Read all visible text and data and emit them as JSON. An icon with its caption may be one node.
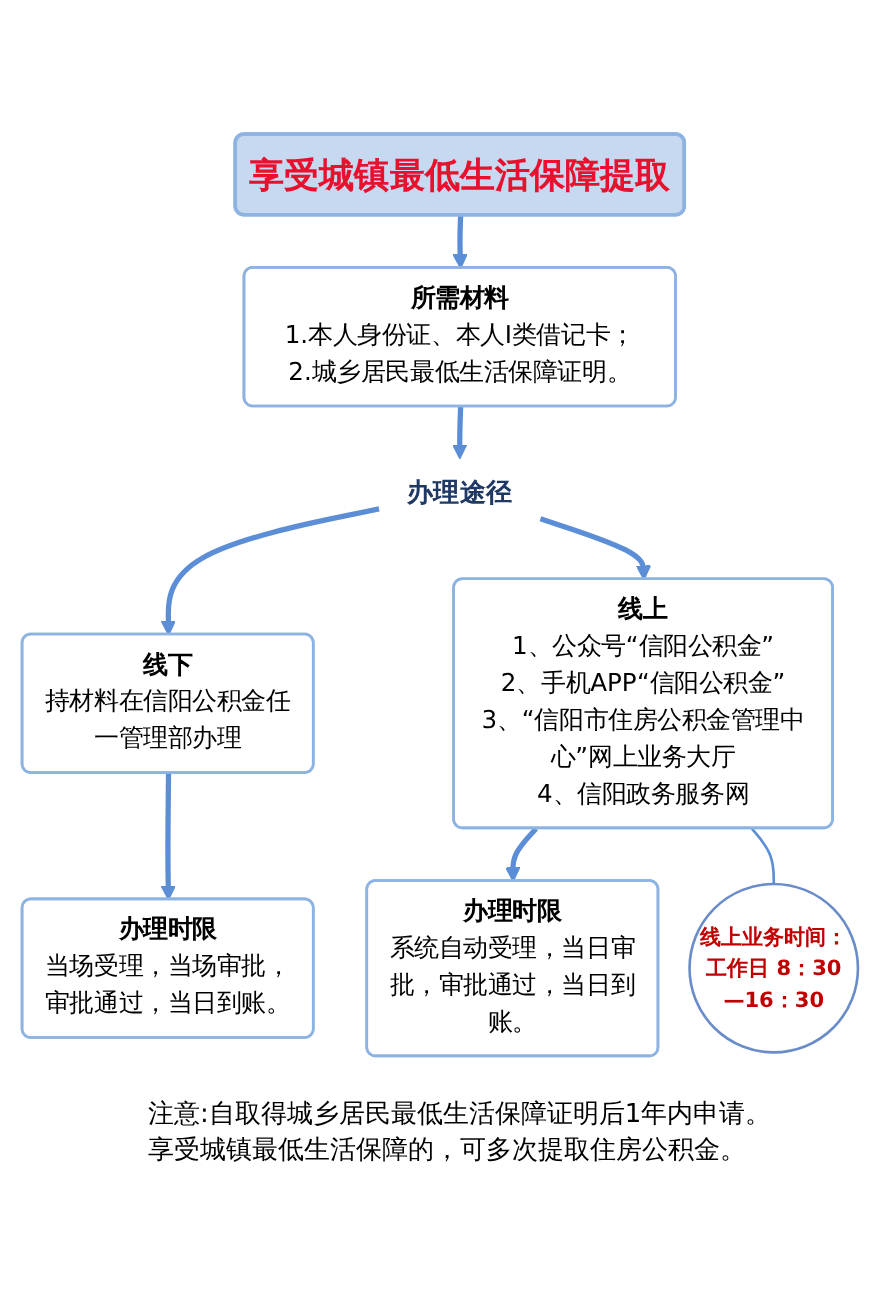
{
  "diagram": {
    "nodes": [
      {
        "text": [
          "享受城镇最低生活保障提取"
        ]
      },
      {
        "text": [
          "所需材料",
          "1.本人身份证、本人I类借记卡；",
          "2.城乡居民最低生活保障证明。"
        ]
      },
      {
        "text": [
          "办理途径"
        ]
      },
      {
        "text": [
          "线下",
          "持材料在信阳公积金任一管理部办理"
        ]
      },
      {
        "text": [
          "线上",
          "1、公众号“信阳公积金”",
          "2、手机APP“信阳公积金”",
          "3、“信阳市住房公积金管理中心”网上业务大厅",
          "4、信阳政务服务网"
        ]
      },
      {
        "text": [
          "办理时限",
          "当场受理，当场审批，审批通过，当日到账。"
        ]
      },
      {
        "text": [
          "办理时限",
          "系统自动受理，当日审批，审批通过，当日到账。"
        ]
      },
      {
        "text": [
          "线上业务时间：工作日 8：30—16：30"
        ]
      }
    ],
    "edges": [
      {
        "from": 0,
        "to": 1,
        "arrow": "to"
      },
      {
        "from": 1,
        "to": 2,
        "arrow": "to"
      },
      {
        "from": 2,
        "to": 3,
        "arrow": "to"
      },
      {
        "from": 2,
        "to": 4,
        "arrow": "to"
      },
      {
        "from": 3,
        "to": 5,
        "arrow": "to"
      },
      {
        "from": 4,
        "to": 6,
        "arrow": "to"
      },
      {
        "from": 4,
        "to": 7,
        "arrow": "none"
      }
    ],
    "labels": [
      "注意:自取得城乡居民最低生活保障证明后1年内申请。",
      "享受城镇最低生活保障的，可多次提取住房公积金。"
    ]
  }
}
